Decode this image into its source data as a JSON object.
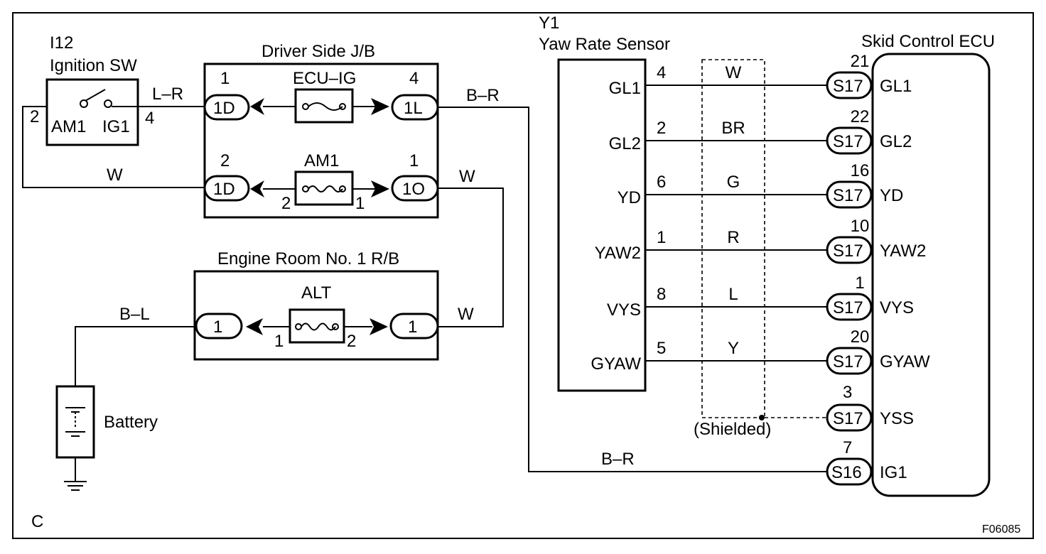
{
  "ignition": {
    "id": "I12",
    "name": "Ignition SW",
    "pin_left": "2",
    "pin_right": "4",
    "am1": "AM1",
    "ig1": "IG1"
  },
  "driver_jb": {
    "title": "Driver Side J/B",
    "fuse1": "ECU–IG",
    "fuse2": "AM1",
    "c1d_top": "1D",
    "c1d_bot": "1D",
    "c1l": "1L",
    "c1o": "1O",
    "pin_1d_top": "1",
    "pin_1d_bot": "2",
    "pin_1l": "4",
    "pin_1o": "1",
    "am1_pin_left": "2",
    "am1_pin_right": "1"
  },
  "engine_rb": {
    "title": "Engine Room No. 1 R/B",
    "fuse": "ALT",
    "conn_left": "1",
    "conn_right": "1",
    "pin_left": "1",
    "pin_right": "2"
  },
  "battery": {
    "label": "Battery"
  },
  "wires": {
    "lr": "L–R",
    "w_am1": "W",
    "br_top": "B–R",
    "w_1o": "W",
    "w_alt": "W",
    "bl": "B–L",
    "br_bottom": "B–R"
  },
  "sensor": {
    "id": "Y1",
    "name": "Yaw Rate Sensor"
  },
  "ecu": {
    "name": "Skid Control ECU"
  },
  "shield_label": "(Shielded)",
  "signals": [
    {
      "sensor_term": "GL1",
      "sensor_pin": "4",
      "color": "W",
      "ecu_pin": "21",
      "conn": "S17",
      "ecu_term": "GL1"
    },
    {
      "sensor_term": "GL2",
      "sensor_pin": "2",
      "color": "BR",
      "ecu_pin": "22",
      "conn": "S17",
      "ecu_term": "GL2"
    },
    {
      "sensor_term": "YD",
      "sensor_pin": "6",
      "color": "G",
      "ecu_pin": "16",
      "conn": "S17",
      "ecu_term": "YD"
    },
    {
      "sensor_term": "YAW2",
      "sensor_pin": "1",
      "color": "R",
      "ecu_pin": "10",
      "conn": "S17",
      "ecu_term": "YAW2"
    },
    {
      "sensor_term": "VYS",
      "sensor_pin": "8",
      "color": "L",
      "ecu_pin": "1",
      "conn": "S17",
      "ecu_term": "VYS"
    },
    {
      "sensor_term": "GYAW",
      "sensor_pin": "5",
      "color": "Y",
      "ecu_pin": "20",
      "conn": "S17",
      "ecu_term": "GYAW"
    }
  ],
  "yss": {
    "ecu_pin": "3",
    "conn": "S17",
    "ecu_term": "YSS"
  },
  "ig1_row": {
    "ecu_pin": "7",
    "conn": "S16",
    "ecu_term": "IG1"
  },
  "corner_left": "C",
  "corner_right": "F06085"
}
